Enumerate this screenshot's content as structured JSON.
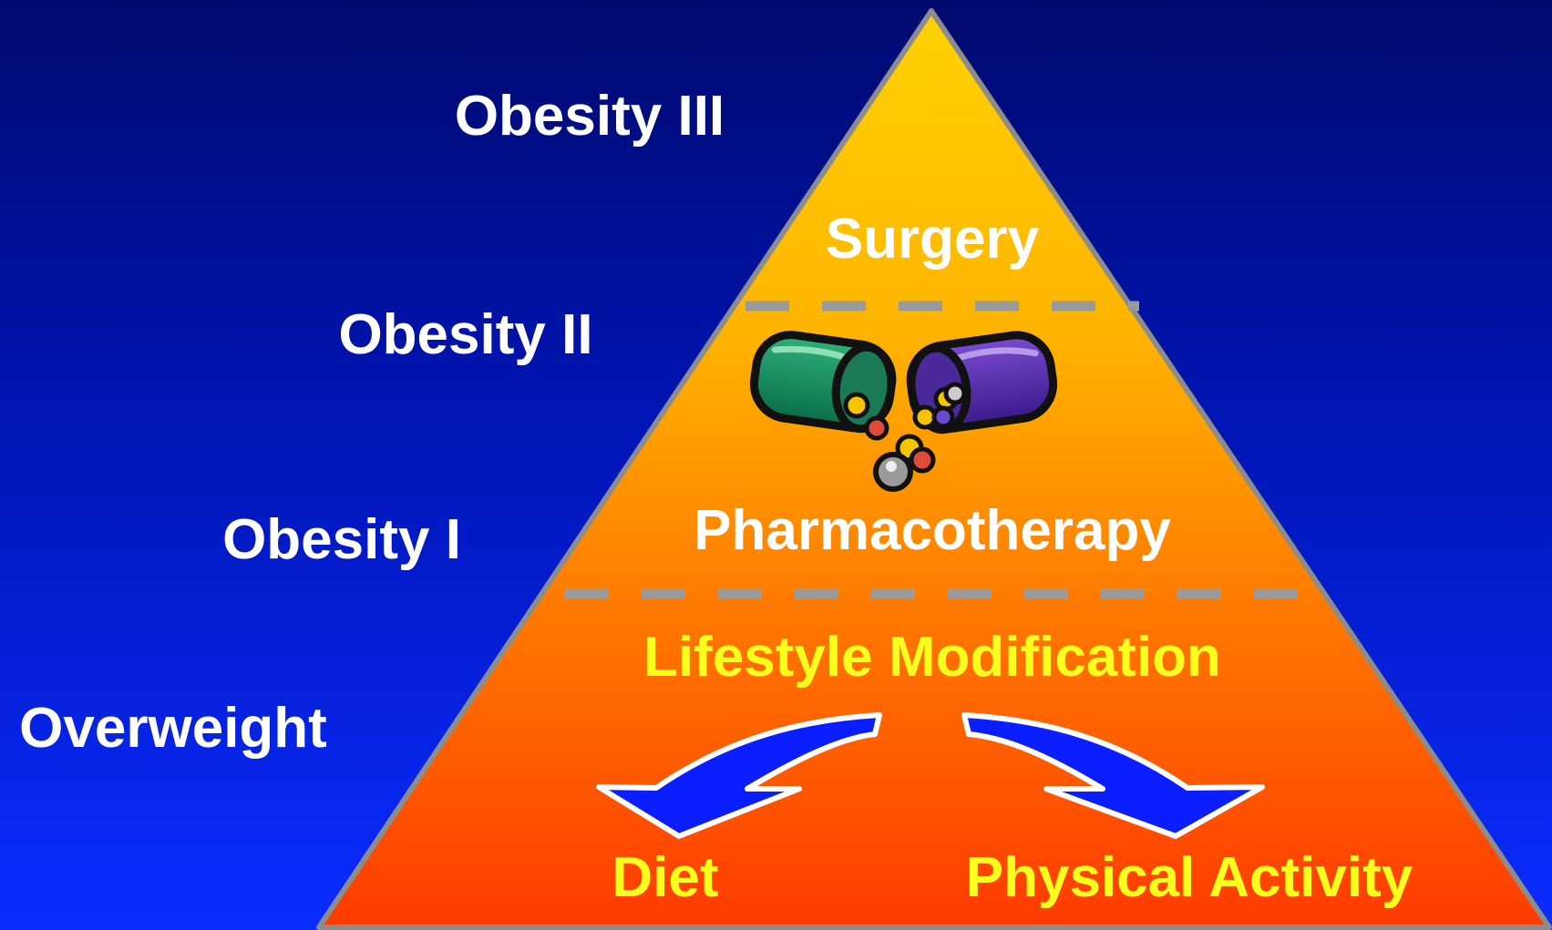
{
  "levels": {
    "obesity3": "Obesity III",
    "obesity2": "Obesity II",
    "obesity1": "Obesity I",
    "overweight": "Overweight"
  },
  "tiers": {
    "surgery": "Surgery",
    "pharmacotherapy": "Pharmacotherapy",
    "lifestyle": "Lifestyle Modification",
    "diet": "Diet",
    "activity": "Physical Activity"
  },
  "colors": {
    "background_top": "#000a6e",
    "background_bottom": "#0a2cff",
    "pyramid_top": "#ffd000",
    "pyramid_bottom": "#ff3a00",
    "divider": "#9a9a9a",
    "arrow": "#0a1eff",
    "lifestyle_text": "#ffff1e"
  },
  "icons": [
    "pill-bottles-icon",
    "left-curved-arrow-icon",
    "right-curved-arrow-icon"
  ]
}
